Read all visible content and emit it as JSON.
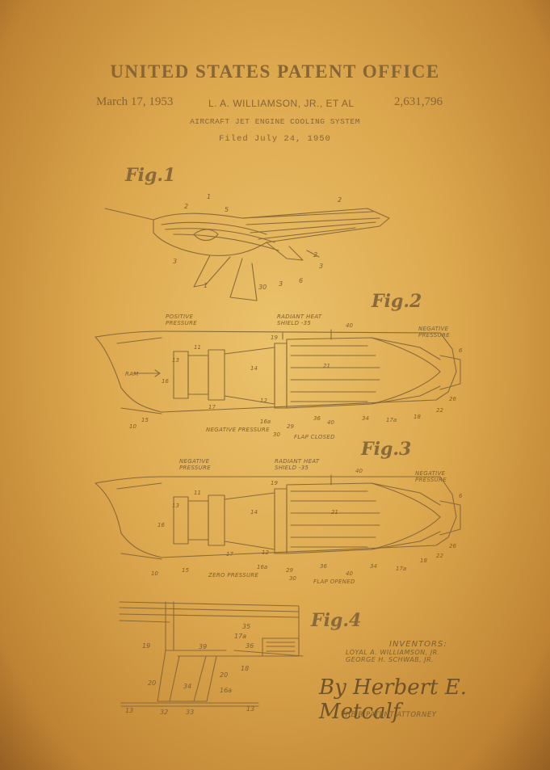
{
  "header": {
    "office": "UNITED STATES PATENT OFFICE",
    "date": "March 17, 1953",
    "inventors_line": "L. A. WILLIAMSON, JR., ET AL",
    "patent_number": "2,631,796",
    "title": "AIRCRAFT JET ENGINE COOLING SYSTEM",
    "filed": "Filed July 24, 1950"
  },
  "figures": {
    "fig1": "Fig.1",
    "fig2": "Fig.2",
    "fig3": "Fig.3",
    "fig4": "Fig.4"
  },
  "fig2_labels": {
    "positive_pressure": "POSITIVE PRESSURE",
    "radiant_heat_shield": "RADIANT HEAT SHIELD -35",
    "negative_pressure_top": "NEGATIVE PRESSURE",
    "ram": "RAM",
    "negative_pressure_bottom": "NEGATIVE PRESSURE",
    "flap_closed": "FLAP CLOSED"
  },
  "fig3_labels": {
    "negative_pressure_left": "NEGATIVE PRESSURE",
    "radiant_heat_shield": "RADIANT HEAT SHIELD -35",
    "negative_pressure_right": "NEGATIVE PRESSURE",
    "zero_pressure": "ZERO PRESSURE",
    "flap_opened": "FLAP OPENED"
  },
  "inventors": {
    "heading": "INVENTORS:",
    "names": [
      "LOYAL A. WILLIAMSON, JR.",
      "GEORGE H. SCHWAB, JR."
    ]
  },
  "attorney": {
    "signature": "By Herbert E. Metcalf",
    "caption": "THEIR PATENT ATTORNEY"
  },
  "colors": {
    "paper": "#dcaa55",
    "ink": "#8a6a3a"
  }
}
